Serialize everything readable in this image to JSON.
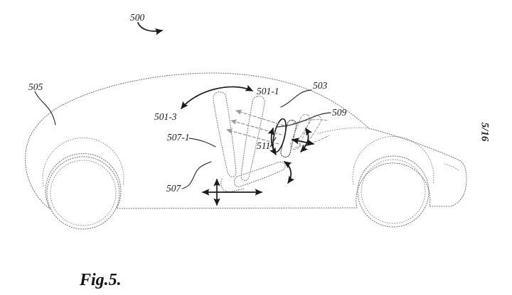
{
  "caption": "Fig.5.",
  "sheet_number": "5/16",
  "labels": {
    "n500": "500",
    "n505": "505",
    "n501_3": "501-3",
    "n501_1": "501-1",
    "n503": "503",
    "n507_1": "507-1",
    "n509": "509",
    "n511": "511",
    "n507": "507"
  },
  "colors": {
    "ink": "#1a1a1a",
    "car_outline": "#6f6f6f",
    "seat_outline": "#7a7a7a",
    "ghost_gray": "#9a9a9a",
    "background": "#ffffff"
  }
}
